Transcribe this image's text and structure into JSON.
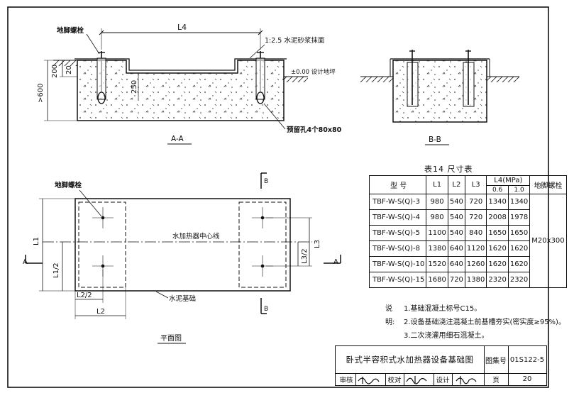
{
  "section_aa": {
    "label": "A-A",
    "dim_l4": "L4",
    "dim_200": "200",
    "dim_20": "20",
    "dim_250": "250",
    "dim_600": ">600",
    "anchor_bolt": "地脚螺栓",
    "mortar": "1:2.5 水泥砂浆抹面",
    "ground_level": "±0.00 设计地坪",
    "holes": "预留孔4个80x80"
  },
  "section_bb": {
    "label": "B-B"
  },
  "plan": {
    "label": "平面图",
    "anchor_bolt": "地脚螺栓",
    "centerline": "水加热器中心线",
    "base": "水泥基础",
    "dim_l1": "L1",
    "dim_l1_2": "L1/2",
    "dim_l2": "L2",
    "dim_l2_2": "L2/2",
    "dim_l3": "L3",
    "dim_l3_2": "L3/2",
    "mark_a": "A",
    "mark_b": "B"
  },
  "dimension_table": {
    "title": "表14 尺寸表",
    "headers": {
      "model": "型 号",
      "l1": "L1",
      "l2": "L2",
      "l3": "L3",
      "l4": "L4(MPa)",
      "l4_a": "0.6",
      "l4_b": "1.0",
      "bolt": "地脚螺栓"
    },
    "bolt_value": "M20x300",
    "rows": [
      {
        "model": "TBF-W-S(Q)-3",
        "l1": "980",
        "l2": "540",
        "l3": "720",
        "l4a": "1340",
        "l4b": "1340"
      },
      {
        "model": "TBF-W-S(Q)-4",
        "l1": "980",
        "l2": "540",
        "l3": "720",
        "l4a": "2008",
        "l4b": "1978"
      },
      {
        "model": "TBF-W-S(Q)-5",
        "l1": "1100",
        "l2": "540",
        "l3": "840",
        "l4a": "1650",
        "l4b": "1650"
      },
      {
        "model": "TBF-W-S(Q)-8",
        "l1": "1380",
        "l2": "640",
        "l3": "1120",
        "l4a": "1620",
        "l4b": "1620"
      },
      {
        "model": "TBF-W-S(Q)-10",
        "l1": "1520",
        "l2": "640",
        "l3": "1260",
        "l4a": "1620",
        "l4b": "1620"
      },
      {
        "model": "TBF-W-S(Q)-15",
        "l1": "1680",
        "l2": "720",
        "l3": "1380",
        "l4a": "2320",
        "l4b": "2320"
      }
    ]
  },
  "notes": {
    "label": "说明:",
    "items": [
      "1.基础混凝土标号C15。",
      "2.设备基础浇注混凝土前基槽夯实(密实度≥95%)。",
      "3.二次浇灌用细石混凝土。"
    ]
  },
  "title_block": {
    "title": "卧式半容积式水加热器设备基础图",
    "atlas_label": "图集号",
    "atlas_no": "01S122-5",
    "review": "审核",
    "check": "校对",
    "design": "设计",
    "page_label": "页",
    "page_no": "20"
  }
}
